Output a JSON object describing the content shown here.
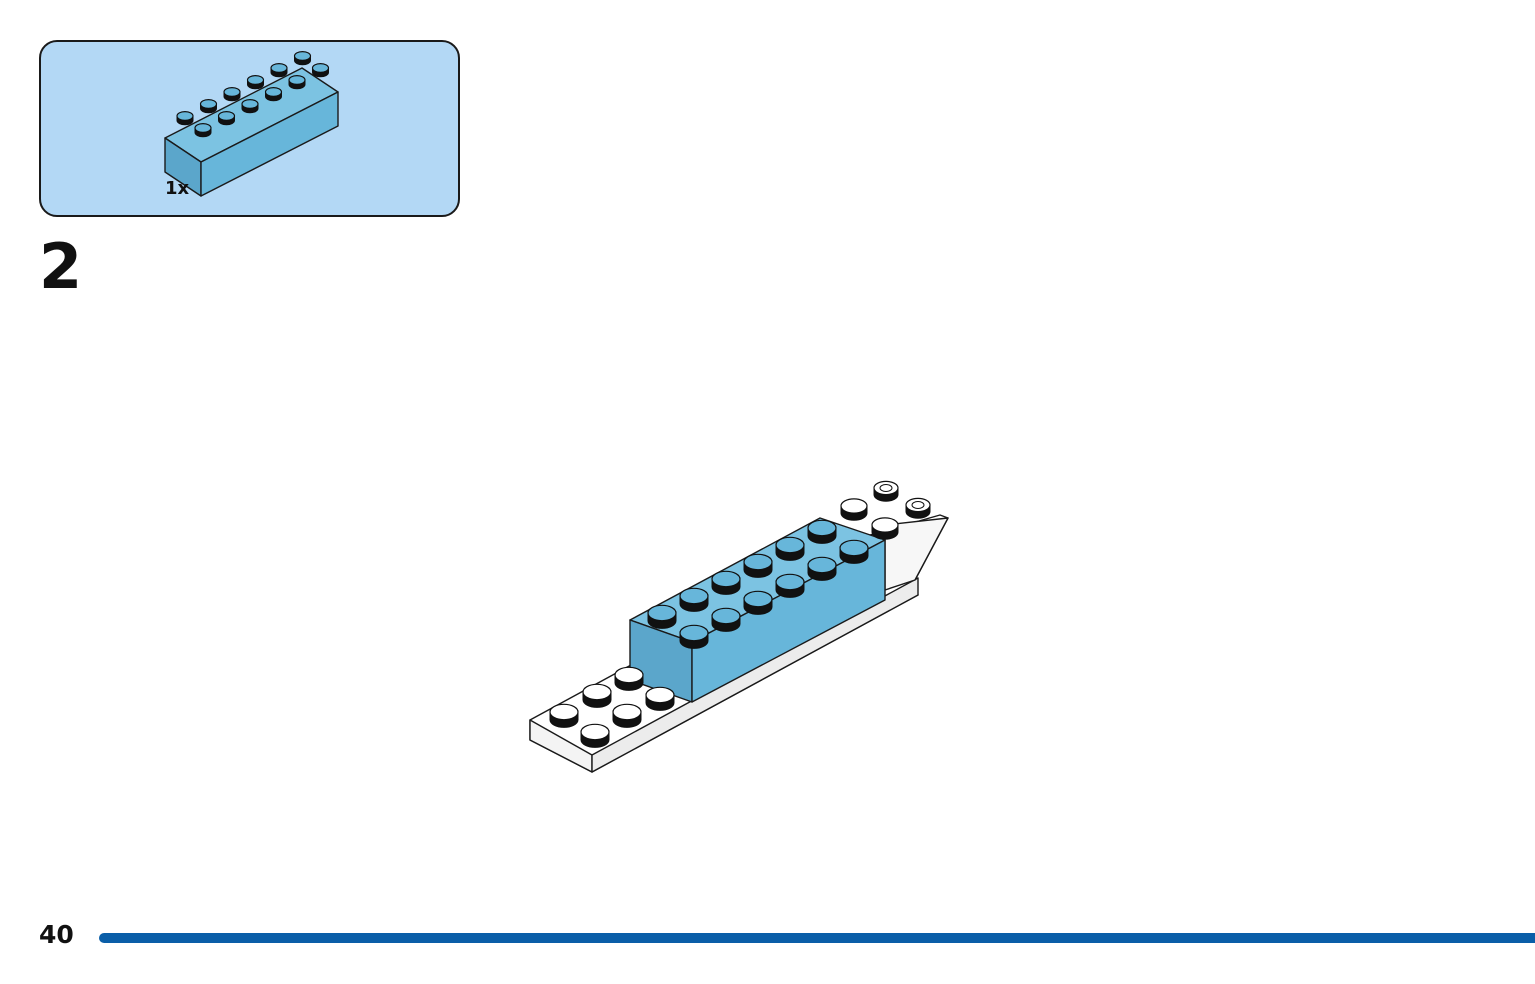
{
  "parts_callout": {
    "part": {
      "name": "brick-2x6",
      "color": "#67b6da",
      "quantity_label": "1x"
    }
  },
  "step": {
    "number": "2"
  },
  "model": {
    "brick_color": "#67b6da",
    "base_color": "#ffffff"
  },
  "footer": {
    "page_number": "40",
    "rule_color": "#0a5ea8"
  },
  "colors": {
    "callout_background": "#b3d8f5",
    "outline": "#1a1a1a"
  }
}
